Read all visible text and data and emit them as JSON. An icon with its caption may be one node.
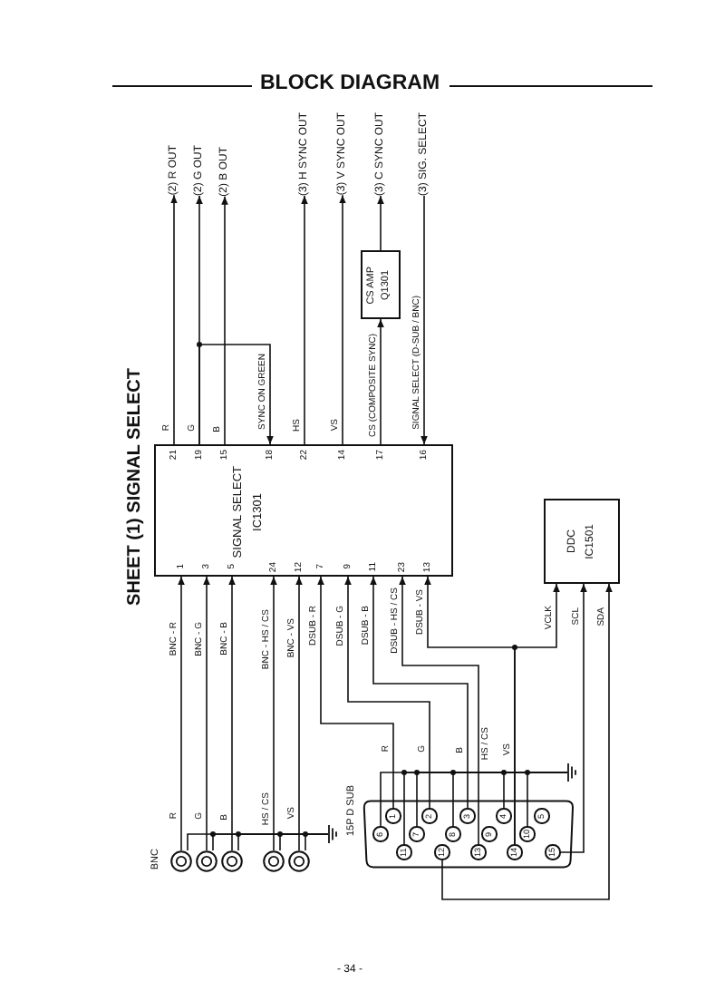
{
  "diagram": {
    "title": "BLOCK DIAGRAM",
    "nodes": [
      {
        "text": [
          "(2) R OUT"
        ]
      },
      {
        "text": [
          "(2) G OUT"
        ]
      },
      {
        "text": [
          "(2) B OUT"
        ]
      },
      {
        "text": [
          "(3) H SYNC OUT"
        ]
      },
      {
        "text": [
          "(3) V SYNC OUT"
        ]
      },
      {
        "text": [
          "(3) C SYNC OUT"
        ]
      },
      {
        "text": [
          "(3) SIG. SELECT"
        ]
      },
      {
        "text": [
          "CS AMP",
          "Q1301"
        ]
      },
      {
        "text": [
          "SIGNAL SELECT",
          "IC1301"
        ]
      },
      {
        "text": [
          "DDC",
          "IC1501"
        ]
      },
      {
        "text": [],
        "shape": "circle",
        "beside": [
          "R"
        ]
      },
      {
        "text": [],
        "shape": "circle",
        "beside": [
          "G"
        ]
      },
      {
        "text": [],
        "shape": "circle",
        "beside": [
          "B"
        ]
      },
      {
        "text": [],
        "shape": "circle",
        "beside": [
          "HS / CS"
        ]
      },
      {
        "text": [],
        "shape": "circle",
        "beside": [
          "VS"
        ]
      },
      {
        "text": [
          "15P D SUB"
        ]
      },
      {
        "text": [
          "1"
        ],
        "in": 15
      },
      {
        "text": [
          "2"
        ],
        "in": 15
      },
      {
        "text": [
          "3"
        ],
        "in": 15
      },
      {
        "text": [
          "4"
        ],
        "in": 15
      },
      {
        "text": [
          "5"
        ],
        "in": 15
      },
      {
        "text": [
          "6"
        ],
        "in": 15
      },
      {
        "text": [
          "7"
        ],
        "in": 15
      },
      {
        "text": [
          "8"
        ],
        "in": 15
      },
      {
        "text": [
          "9"
        ],
        "in": 15
      },
      {
        "text": [
          "10"
        ],
        "in": 15
      },
      {
        "text": [
          "11"
        ],
        "in": 15
      },
      {
        "text": [
          "12"
        ],
        "in": 15
      },
      {
        "text": [
          "13"
        ],
        "in": 15
      },
      {
        "text": [
          "14"
        ],
        "in": 15
      },
      {
        "text": [
          "15"
        ],
        "in": 15
      },
      {
        "text": [],
        "shape": "ground"
      },
      {
        "text": [],
        "shape": "ground"
      }
    ],
    "edges": [
      {
        "from": 8,
        "to": 0,
        "arrow": "to",
        "label": "R"
      },
      {
        "from": 8,
        "to": 1,
        "arrow": "to",
        "label": "G"
      },
      {
        "from": 8,
        "to": 2,
        "arrow": "to",
        "label": "B"
      },
      {
        "from": 8,
        "to": 8,
        "arrow": "to",
        "label": "SYNC ON GREEN"
      },
      {
        "from": 8,
        "to": 3,
        "arrow": "to",
        "label": "HS"
      },
      {
        "from": 8,
        "to": 4,
        "arrow": "to",
        "label": "VS"
      },
      {
        "from": 8,
        "to": 7,
        "arrow": "to",
        "label": "CS (COMPOSITE SYNC)"
      },
      {
        "from": 7,
        "to": 5,
        "arrow": "to"
      },
      {
        "from": 6,
        "to": 8,
        "arrow": "to",
        "label": "SIGNAL SELECT (D-SUB / BNC)"
      },
      {
        "from": 10,
        "to": 8,
        "arrow": "to",
        "label": "BNC - R"
      },
      {
        "from": 11,
        "to": 8,
        "arrow": "to",
        "label": "BNC - G"
      },
      {
        "from": 12,
        "to": 8,
        "arrow": "to",
        "label": "BNC - B"
      },
      {
        "from": 13,
        "to": 8,
        "arrow": "to",
        "label": "BNC - HS / CS"
      },
      {
        "from": 14,
        "to": 8,
        "arrow": "to",
        "label": "BNC - VS"
      },
      {
        "from": 16,
        "to": 8,
        "arrow": "to",
        "label": "DSUB - R"
      },
      {
        "from": 17,
        "to": 8,
        "arrow": "to",
        "label": "DSUB - G"
      },
      {
        "from": 18,
        "to": 8,
        "arrow": "to",
        "label": "DSUB - B"
      },
      {
        "from": 28,
        "to": 8,
        "arrow": "to",
        "label": "DSUB - HS / CS"
      },
      {
        "from": 29,
        "to": 8,
        "arrow": "to",
        "label": "DSUB - VS"
      },
      {
        "from": 29,
        "to": 9,
        "arrow": "to",
        "label": "VCLK"
      },
      {
        "from": 30,
        "to": 9,
        "arrow": "to",
        "label": "SCL"
      },
      {
        "from": 27,
        "to": 9,
        "arrow": "to",
        "label": "SDA"
      },
      {
        "from": 10,
        "to": 31,
        "arrow": "none"
      },
      {
        "from": 11,
        "to": 31,
        "arrow": "none"
      },
      {
        "from": 12,
        "to": 31,
        "arrow": "none"
      },
      {
        "from": 13,
        "to": 31,
        "arrow": "none"
      },
      {
        "from": 14,
        "to": 31,
        "arrow": "none"
      },
      {
        "from": 21,
        "to": 32,
        "arrow": "none"
      },
      {
        "from": 26,
        "to": 32,
        "arrow": "none"
      },
      {
        "from": 22,
        "to": 32,
        "arrow": "none"
      },
      {
        "from": 23,
        "to": 32,
        "arrow": "none"
      },
      {
        "from": 19,
        "to": 32,
        "arrow": "none"
      },
      {
        "from": 25,
        "to": 32,
        "arrow": "none"
      }
    ],
    "labels": [
      "SHEET (1) SIGNAL SELECT",
      "21",
      "19",
      "15",
      "18",
      "22",
      "14",
      "17",
      "16",
      "1",
      "3",
      "5",
      "24",
      "12",
      "7",
      "9",
      "11",
      "23",
      "13",
      "R",
      "G",
      "B",
      "HS / CS",
      "VS",
      "BNC",
      "- 34 -"
    ]
  }
}
